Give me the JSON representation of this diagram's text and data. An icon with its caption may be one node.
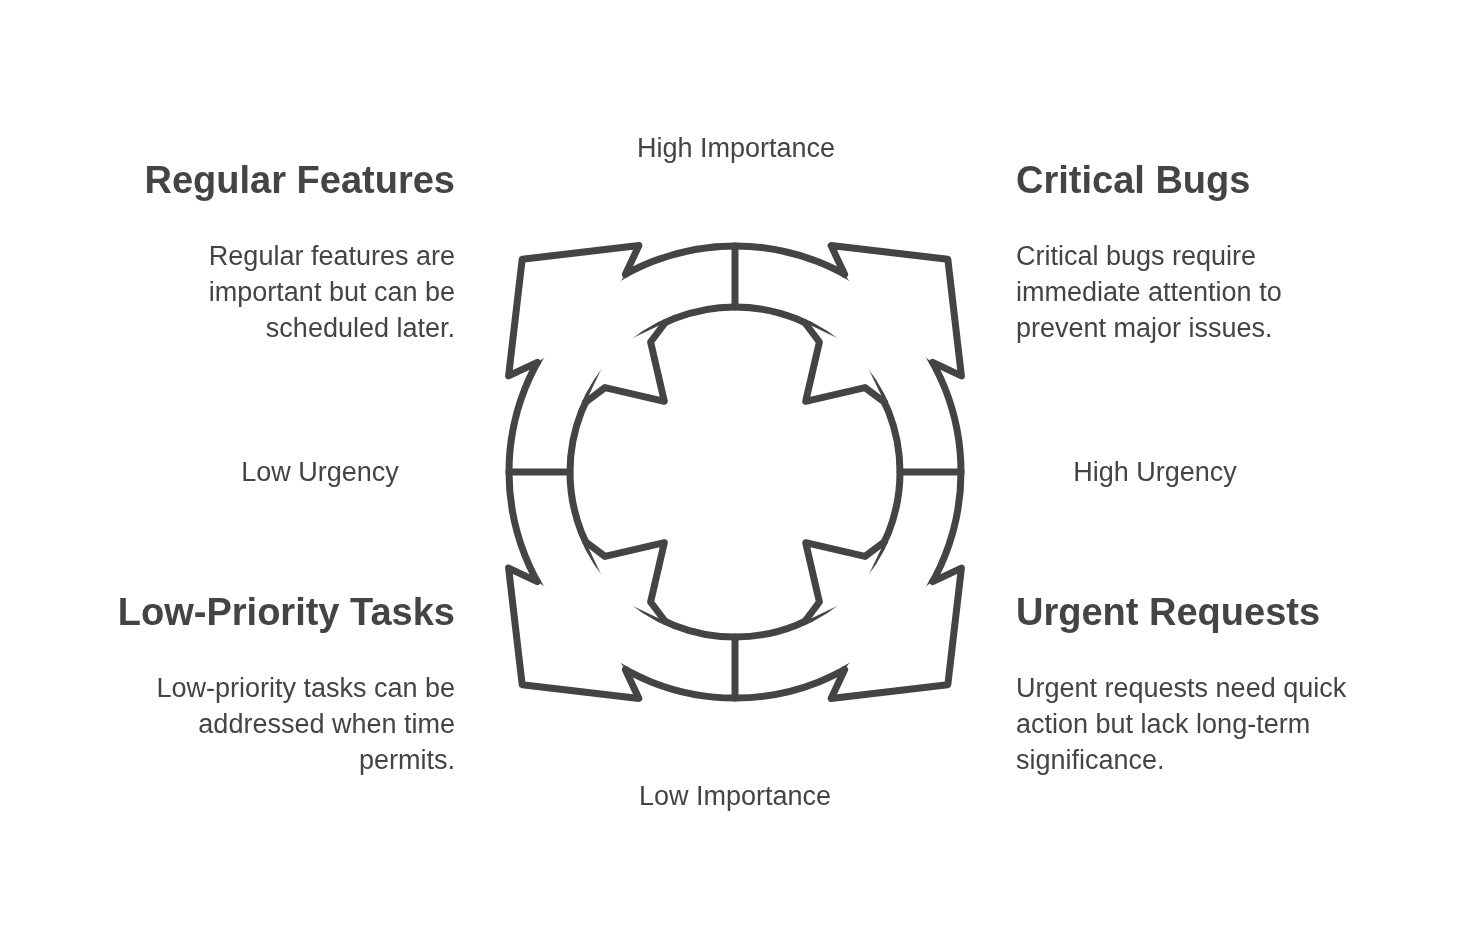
{
  "diagram": {
    "labels": [
      "High Importance",
      "Regular Features",
      "Critical Bugs",
      "Regular features are important but can be scheduled later.",
      "Critical bugs require immediate attention to prevent major issues.",
      "Low Urgency",
      "High Urgency",
      "Low-Priority Tasks",
      "Urgent Requests",
      "Low-priority tasks can be addressed when time permits.",
      "Urgent requests need quick action but lack long-term significance.",
      "Low Importance"
    ]
  }
}
